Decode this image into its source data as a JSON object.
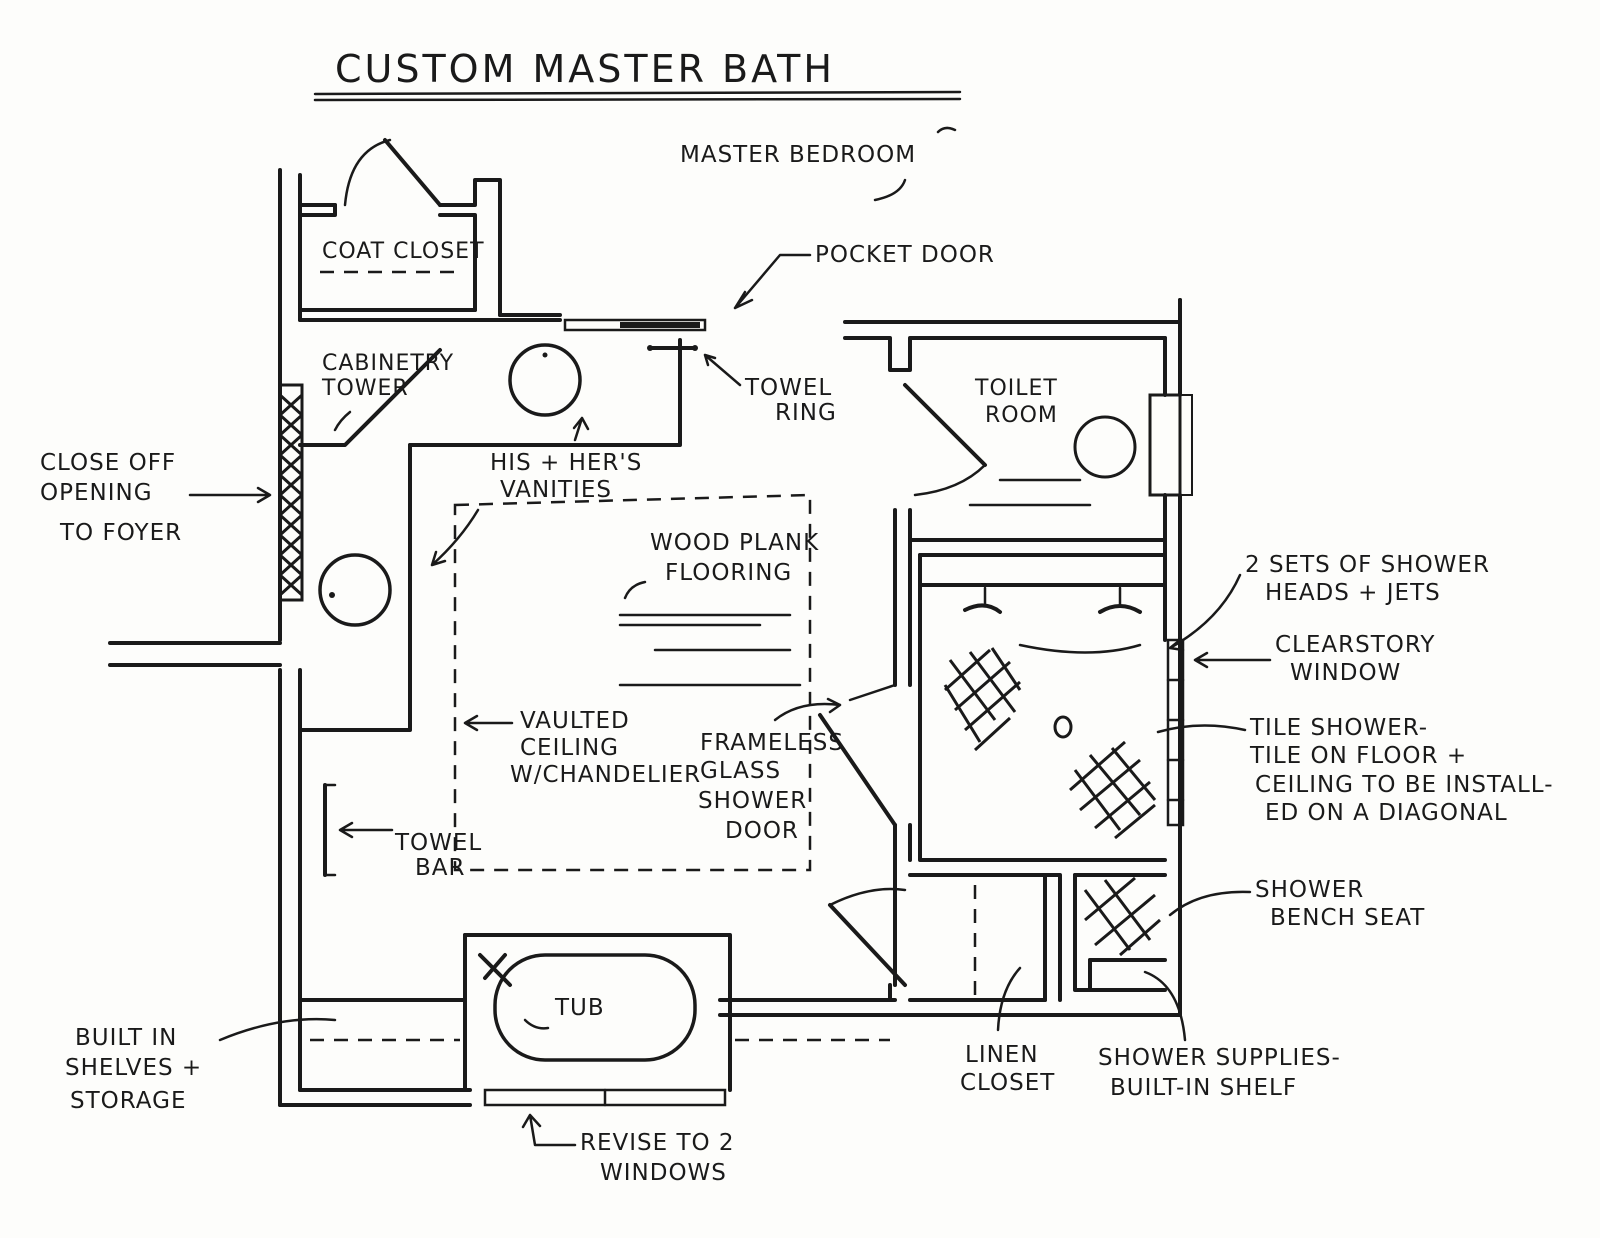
{
  "title": "CUSTOM MASTER BATH",
  "labels": {
    "master_bedroom": "MASTER BEDROOM",
    "pocket_door": "POCKET DOOR",
    "coat_closet": "COAT CLOSET",
    "cabinetry_tower": [
      "CABINETRY",
      "TOWER"
    ],
    "towel_ring": [
      "TOWEL",
      "RING"
    ],
    "toilet_room": [
      "TOILET",
      "ROOM"
    ],
    "close_off": [
      "CLOSE OFF",
      "OPENING",
      "TO FOYER"
    ],
    "vanities": [
      "HIS + HER'S",
      "VANITIES"
    ],
    "wood_plank": [
      "WOOD PLANK",
      "FLOORING"
    ],
    "shower_heads": [
      "2 SETS OF SHOWER",
      "HEADS + JETS"
    ],
    "clearstory": [
      "CLEARSTORY",
      "WINDOW"
    ],
    "vaulted": [
      "VAULTED",
      "CEILING",
      "W/CHANDELIER"
    ],
    "frameless": [
      "FRAMELESS",
      "GLASS",
      "SHOWER",
      "DOOR"
    ],
    "tile_shower": [
      "TILE SHOWER-",
      "TILE ON FLOOR +",
      "CEILING TO BE INSTALL-",
      "ED ON A DIAGONAL"
    ],
    "towel_bar": [
      "TOWEL",
      "BAR"
    ],
    "shower_bench": [
      "SHOWER",
      "BENCH SEAT"
    ],
    "tub": "TUB",
    "built_in": [
      "BUILT IN",
      "SHELVES +",
      "STORAGE"
    ],
    "linen_closet": [
      "LINEN",
      "CLOSET"
    ],
    "shower_supplies": [
      "SHOWER SUPPLIES-",
      "BUILT-IN SHELF"
    ],
    "revise_windows": [
      "REVISE TO 2",
      "WINDOWS"
    ]
  }
}
